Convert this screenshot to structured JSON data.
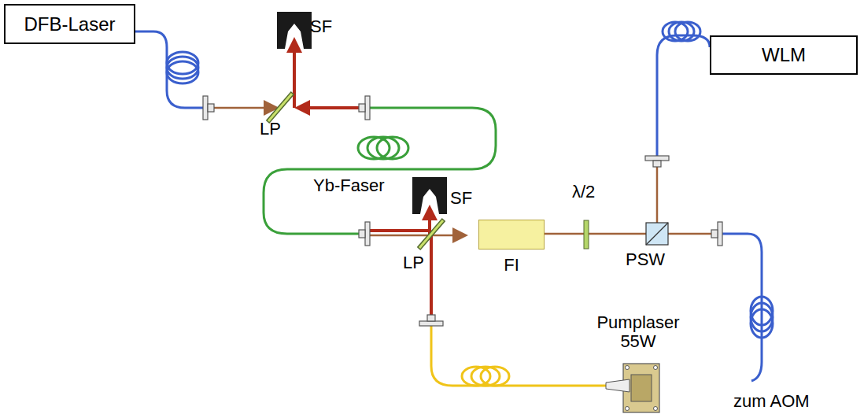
{
  "diagram": {
    "nodes": [
      {
        "text": [
          "DFB-Laser"
        ]
      },
      {
        "text": [
          "WLM"
        ]
      },
      {
        "text": [
          "FI"
        ]
      }
    ],
    "labels": [
      "SF",
      "LP",
      "Yb-Faser",
      "SF",
      "λ/2",
      "LP",
      "PSW",
      "Pumplaser 55W",
      "zum AOM"
    ]
  }
}
